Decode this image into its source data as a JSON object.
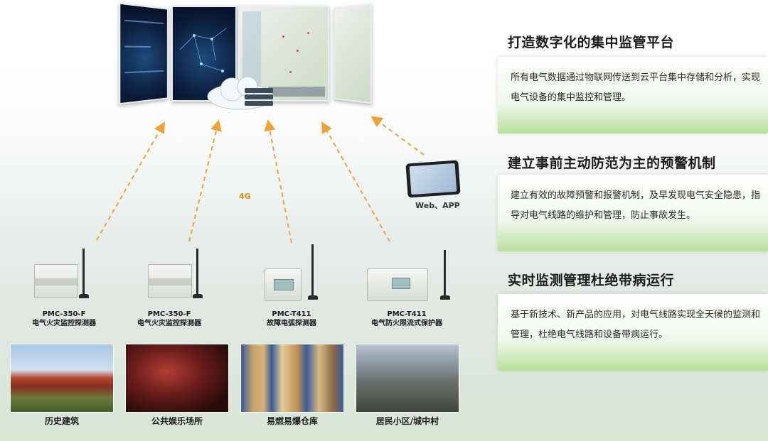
{
  "platform": {
    "label_4g": "4G",
    "app_label": "Web、APP"
  },
  "devices": [
    {
      "model": "PMC-350-F",
      "name": "电气火灾监控探测器"
    },
    {
      "model": "PMC-350-F",
      "name": "电气火灾监控探测器"
    },
    {
      "model": "PMC-T411",
      "name": "故障电弧探测器"
    },
    {
      "model": "PMC-T411",
      "name": "电气防火限流式保护器"
    }
  ],
  "scenes": [
    {
      "caption": "历史建筑"
    },
    {
      "caption": "公共娱乐场所"
    },
    {
      "caption": "易燃易爆仓库"
    },
    {
      "caption": "居民小区/城中村"
    }
  ],
  "features": [
    {
      "title": "打造数字化的集中监管平台",
      "text": "所有电气数据通过物联网传送到云平台集中存储和分析，实现电气设备的集中监控和管理。"
    },
    {
      "title": "建立事前主动防范为主的预警机制",
      "text": "建立有效的故障预警和报警机制，及早发现电气安全隐患，指导对电气线路的维护和管理，防止事故发生。"
    },
    {
      "title": "实时监测管理杜绝带病运行",
      "text": "基于新技术、新产品的应用，对电气线路实现全天候的监测和管理，杜绝电气线路和设备带病运行。"
    }
  ],
  "colors": {
    "arrow": "#f0a23a",
    "accent_green": "#8cc86a"
  }
}
